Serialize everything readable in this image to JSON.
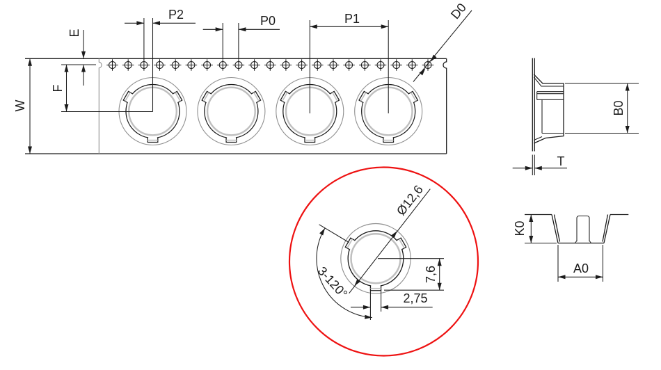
{
  "colors": {
    "line": "#1c1c1c",
    "gray": "#8f8f8f",
    "shadow": "#bfbfbf",
    "red": "#ee1111",
    "background": "#ffffff"
  },
  "labels": {
    "w": "W",
    "e": "E",
    "f": "F",
    "p2": "P2",
    "p0": "P0",
    "p1": "P1",
    "d0": "D0",
    "b0": "B0",
    "t": "T",
    "k0": "K0",
    "a0": "A0",
    "pocket_diameter": "Ø12,6",
    "pocket_center_to_notch": "7,6",
    "notch_width": "2,75",
    "notch_pattern": "3-120°"
  },
  "views": {
    "tape_top_view": {
      "sprocket_hole_count": 21,
      "pocket_count": 4,
      "dimension_labels": [
        "W",
        "E",
        "F",
        "P2",
        "P0",
        "P1",
        "D0"
      ]
    },
    "pocket_side_section": {
      "dimension_labels": [
        "B0",
        "T"
      ]
    },
    "pocket_front_section": {
      "dimension_labels": [
        "K0",
        "A0"
      ]
    },
    "pocket_detail_view": {
      "dimension_labels": [
        "Ø12,6",
        "7,6",
        "2,75",
        "3-120°"
      ]
    }
  }
}
